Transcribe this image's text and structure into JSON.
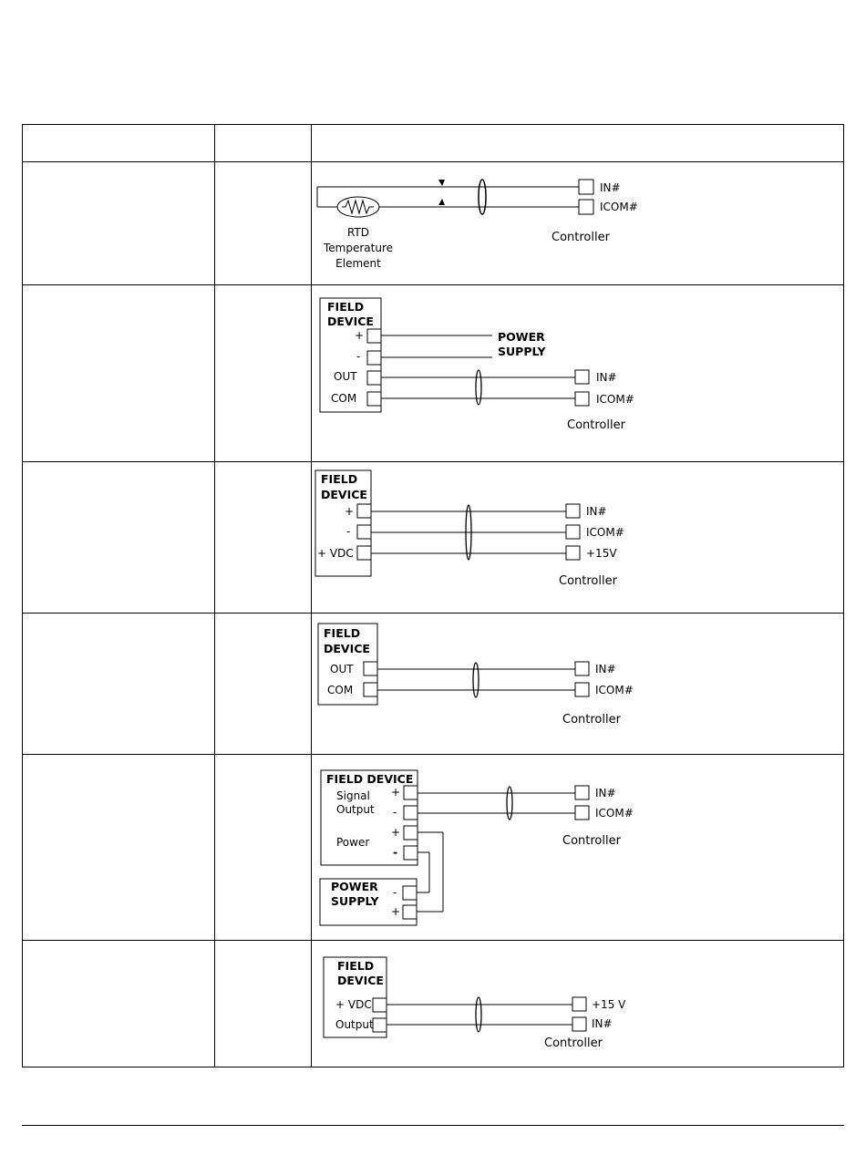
{
  "rows": [
    {
      "id": "rtd",
      "labels": {
        "terminal_in": "IN#",
        "terminal_icom": "ICOM#",
        "controller": "Controller",
        "element_line1": "RTD",
        "element_line2": "Temperature",
        "element_line3": "Element"
      }
    },
    {
      "id": "four-wire",
      "labels": {
        "device_line1": "FIELD",
        "device_line2": "DEVICE",
        "plus": "+",
        "minus": "-",
        "out": "OUT",
        "com": "COM",
        "power_line1": "POWER",
        "power_line2": "SUPPLY",
        "terminal_in": "IN#",
        "terminal_icom": "ICOM#",
        "controller": "Controller"
      }
    },
    {
      "id": "three-wire",
      "labels": {
        "device_line1": "FIELD",
        "device_line2": "DEVICE",
        "plus": "+",
        "minus": "-",
        "vdc": "+ VDC",
        "terminal_in": "IN#",
        "terminal_icom": "ICOM#",
        "terminal_15v": "+15V",
        "controller": "Controller"
      }
    },
    {
      "id": "two-wire-self-powered",
      "labels": {
        "device_line1": "FIELD",
        "device_line2": "DEVICE",
        "out": "OUT",
        "com": "COM",
        "terminal_in": "IN#",
        "terminal_icom": "ICOM#",
        "controller": "Controller"
      }
    },
    {
      "id": "external-supply",
      "labels": {
        "device_title": "FIELD DEVICE",
        "signal_line1": "Signal",
        "signal_line2": "Output",
        "power": "Power",
        "plus": "+",
        "minus": "-",
        "ps_line1": "POWER",
        "ps_line2": "SUPPLY",
        "terminal_in": "IN#",
        "terminal_icom": "ICOM#",
        "controller": "Controller"
      }
    },
    {
      "id": "loop-powered",
      "labels": {
        "device_line1": "FIELD",
        "device_line2": "DEVICE",
        "vdc": "+ VDC",
        "output": "Output",
        "terminal_15v": "+15 V",
        "terminal_in": "IN#",
        "controller": "Controller"
      }
    }
  ]
}
